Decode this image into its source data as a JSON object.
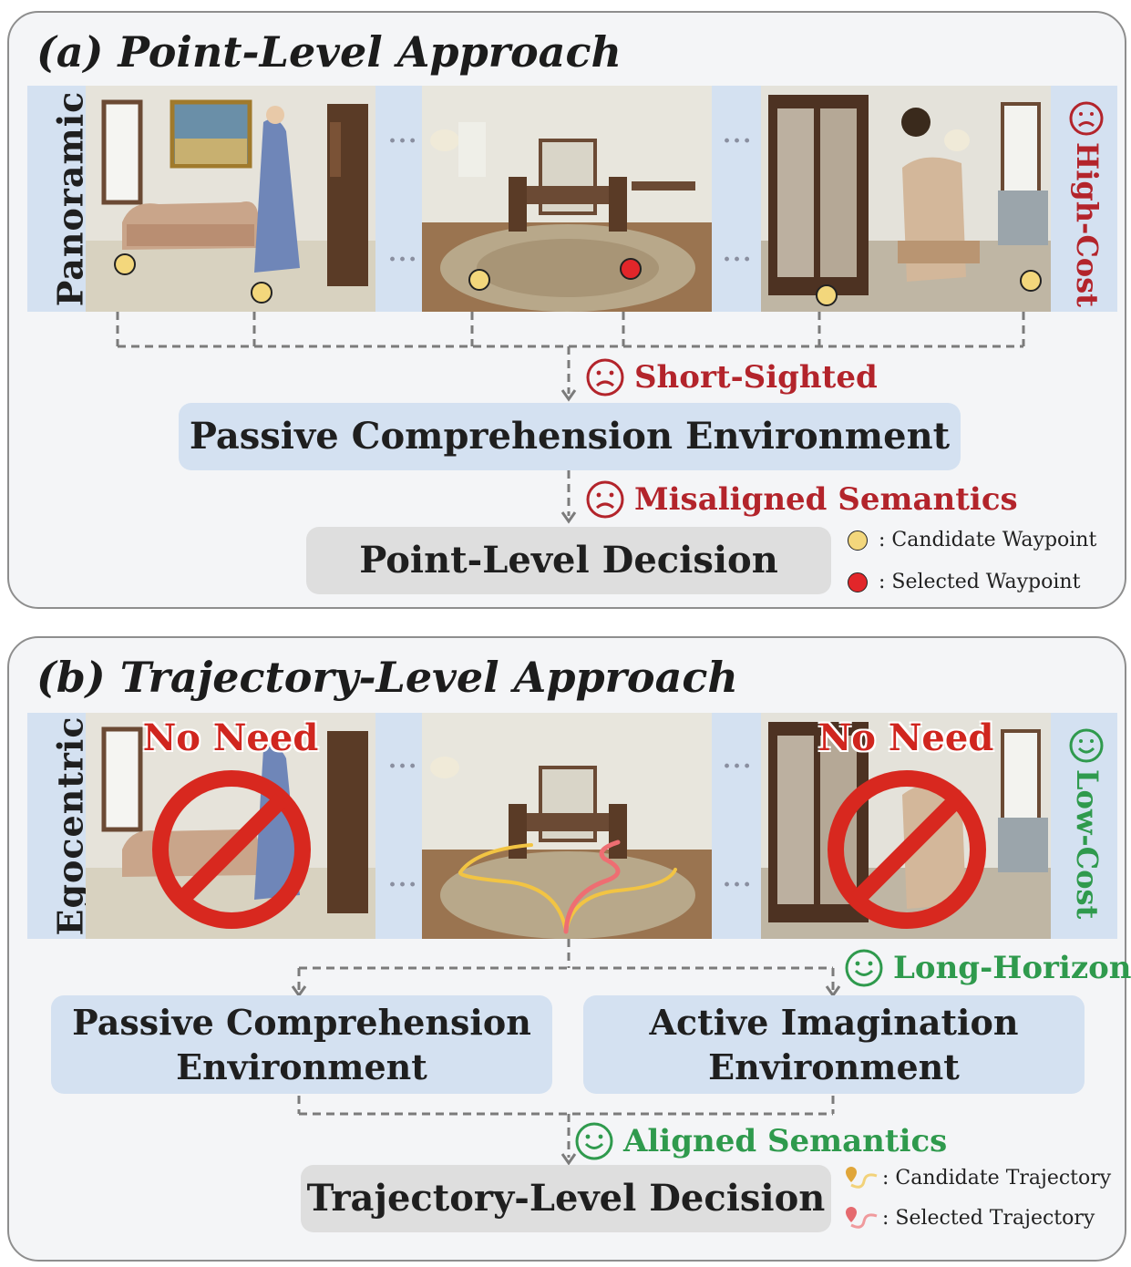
{
  "panel_a": {
    "title": "(a) Point-Level Approach",
    "side_label": "Panoramic",
    "cost_label": "High-Cost",
    "ellipsis": "···",
    "issue_1": "Short-Sighted",
    "environment": "Passive Comprehension Environment",
    "issue_2": "Misaligned Semantics",
    "decision": "Point-Level Decision",
    "legend": [
      {
        "label": ": Candidate Waypoint",
        "color": "#f3d77c"
      },
      {
        "label": ": Selected Waypoint",
        "color": "#e2262a"
      }
    ]
  },
  "panel_b": {
    "title": "(b) Trajectory-Level Approach",
    "side_label": "Egocentric",
    "cost_label": "Low-Cost",
    "no_need": "No Need",
    "ellipsis": "···",
    "benefit_1": "Long-Horizon",
    "env_passive_line1": "Passive Comprehension",
    "env_passive_line2": "Environment",
    "env_active_line1": "Active Imagination",
    "env_active_line2": "Environment",
    "benefit_2": "Aligned Semantics",
    "decision": "Trajectory-Level Decision",
    "legend": [
      {
        "label": ": Candidate Trajectory",
        "color": "#e0a63a"
      },
      {
        "label": ": Selected Trajectory",
        "color": "#e56a6f"
      }
    ]
  },
  "colors": {
    "negative": "#b3242b",
    "positive": "#2f9a4d",
    "candidate": "#f3d77c",
    "selected": "#e2262a",
    "box_blue": "#d4e1f1",
    "box_gray": "#dedede"
  }
}
